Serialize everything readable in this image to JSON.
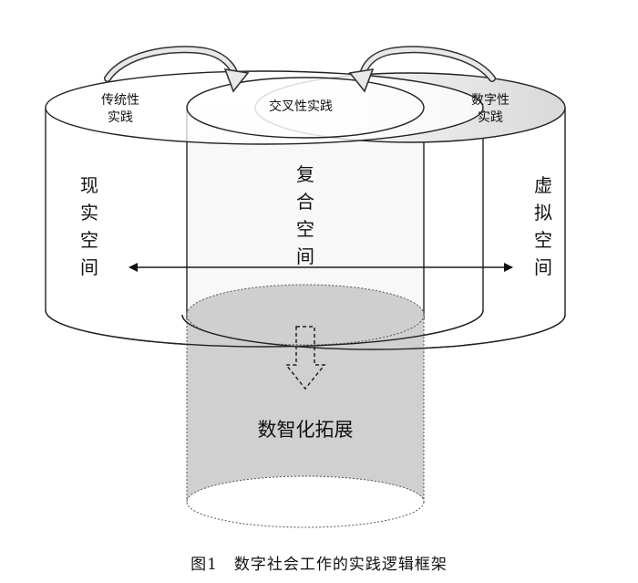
{
  "diagram": {
    "left_cylinder": {
      "top_label_lines": [
        "传统性",
        "实践"
      ],
      "side_label": "现实空间"
    },
    "center_cylinder": {
      "top_label": "交叉性实践",
      "side_label": "复合空间"
    },
    "right_cylinder": {
      "top_label_lines": [
        "数字性",
        "实践"
      ],
      "side_label": "虚拟空间"
    },
    "bottom_cylinder": {
      "label": "数智化拓展"
    }
  },
  "caption": {
    "number": "图1",
    "text": "数字社会工作的实践逻辑框架"
  }
}
